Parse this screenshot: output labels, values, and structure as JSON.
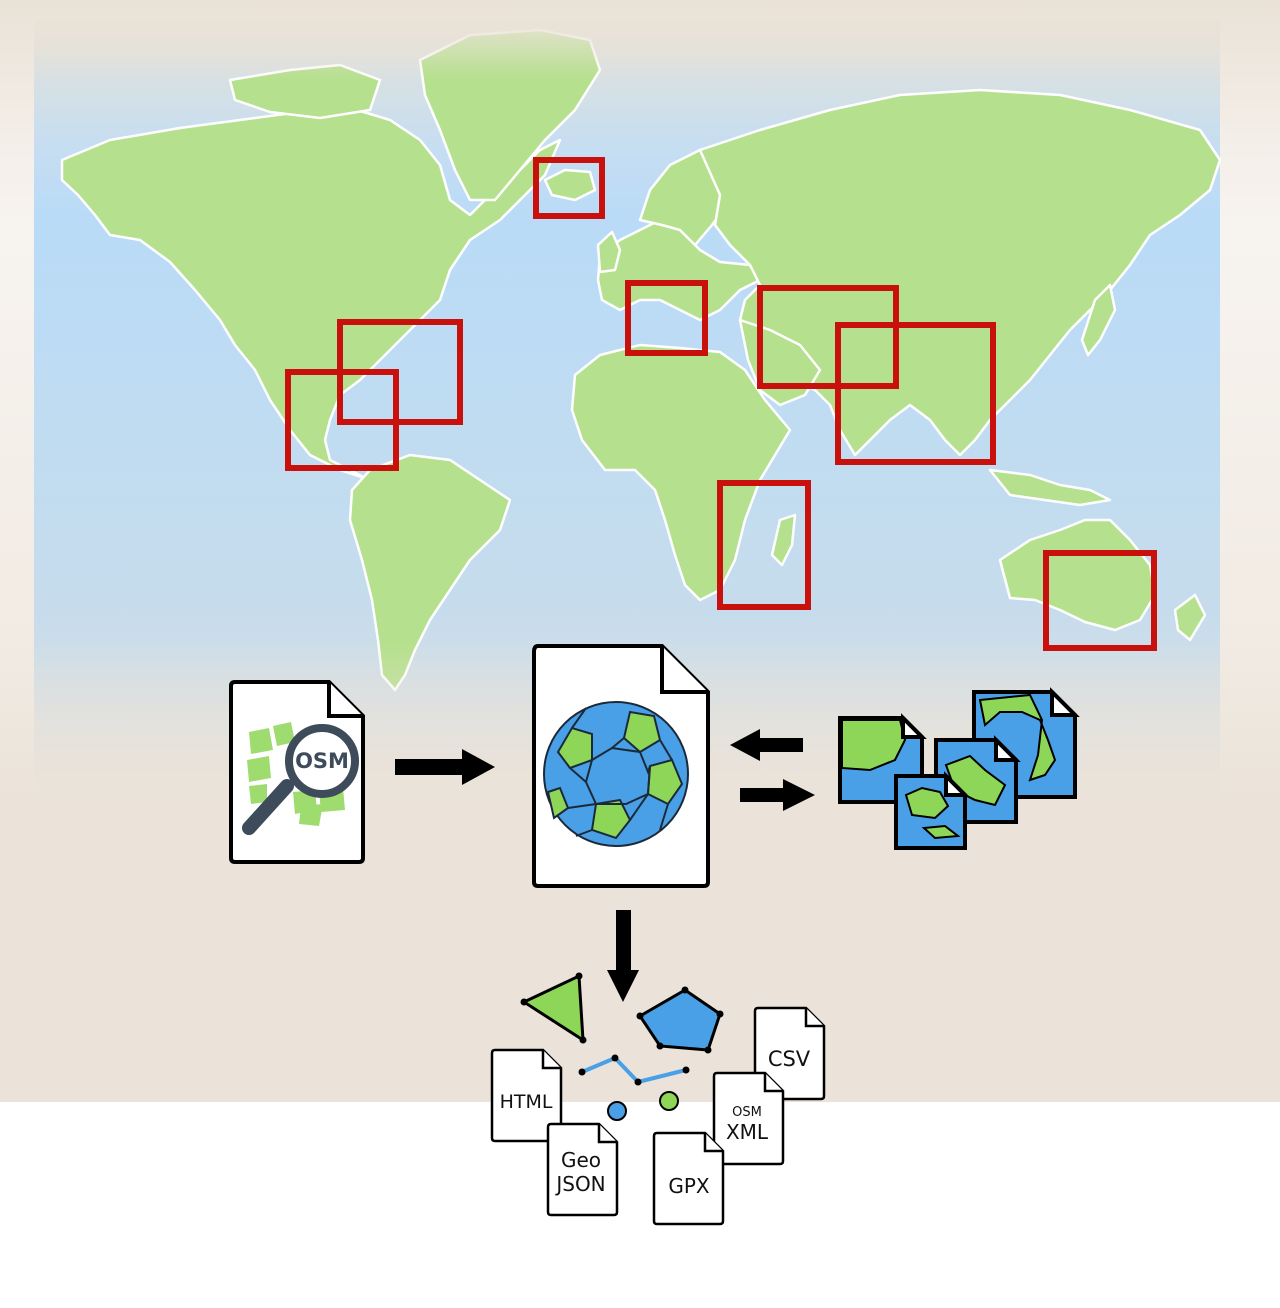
{
  "osm_file": {
    "label": "OSM"
  },
  "outputs": [
    {
      "id": "html",
      "label": "HTML"
    },
    {
      "id": "geojson",
      "label_line1": "Geo",
      "label_line2": "JSON"
    },
    {
      "id": "gpx",
      "label": "GPX"
    },
    {
      "id": "osmxml",
      "label_line1": "OSM",
      "label_line2": "XML"
    },
    {
      "id": "csv",
      "label": "CSV"
    }
  ],
  "colors": {
    "ocean": "#b7dcf8",
    "land": "#b5e08d",
    "region_box": "#c8100c",
    "globe_blue": "#4aa0e6",
    "globe_green": "#8ed657",
    "arrow": "#000000"
  },
  "icons": [
    "magnifier-icon",
    "globe-icon",
    "map-tiles-icon",
    "triangle-shape-icon",
    "polygon-shape-icon",
    "polyline-icon",
    "point-icon"
  ]
}
